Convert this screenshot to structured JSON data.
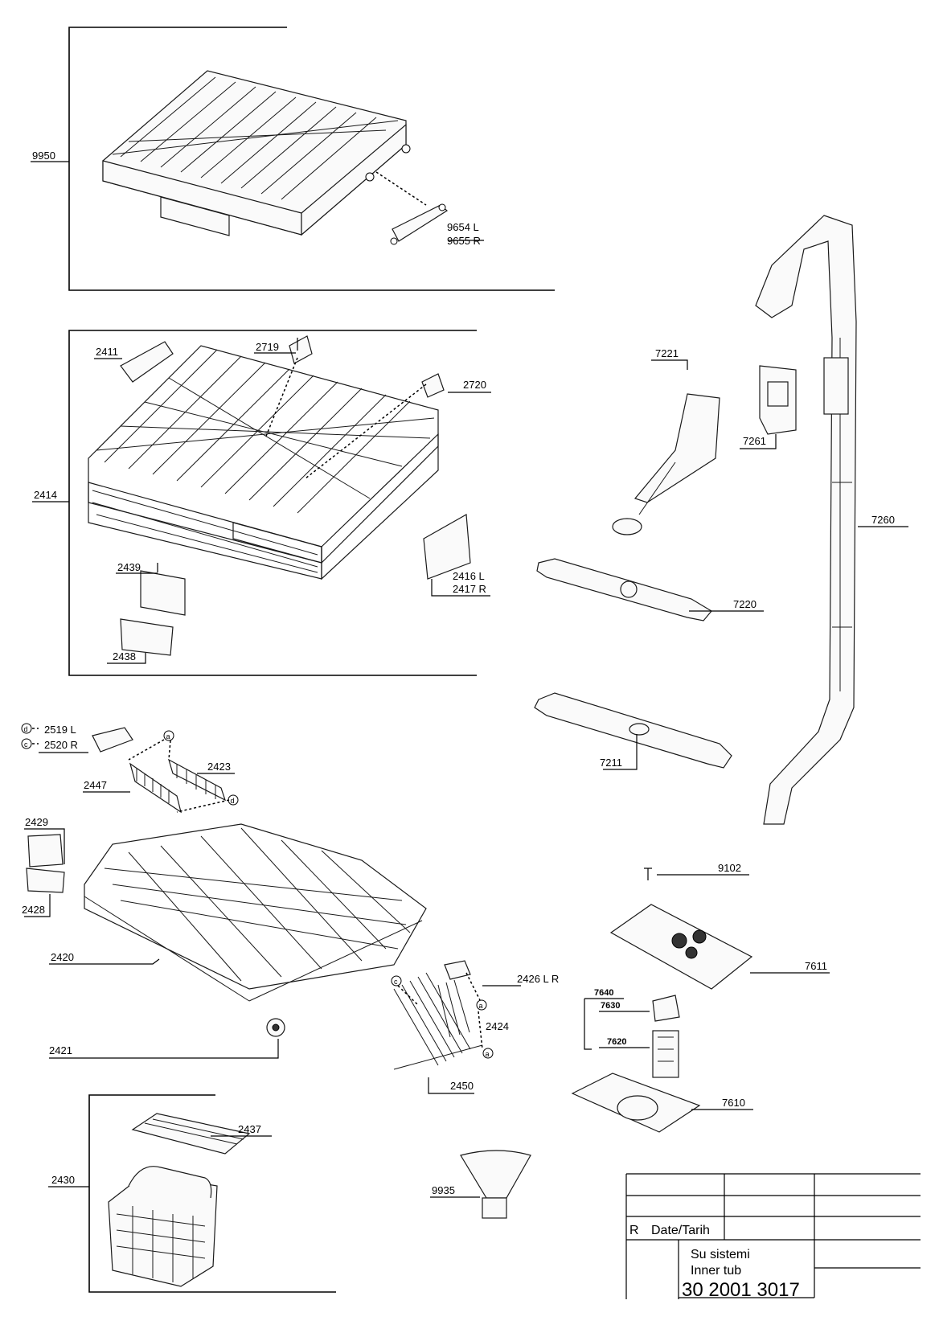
{
  "parts": {
    "p9950": "9950",
    "p9654": "9654 L",
    "p9655": "9655 R",
    "p2411": "2411",
    "p2719": "2719",
    "p2720": "2720",
    "p2414": "2414",
    "p2439": "2439",
    "p2438": "2438",
    "p2416": "2416 L",
    "p2417": "2417 R",
    "p7221": "7221",
    "p7261": "7261",
    "p7260": "7260",
    "p7220": "7220",
    "p7211": "7211",
    "p2519": "2519 L",
    "p2520": "2520 R",
    "p2423": "2423",
    "p2447": "2447",
    "p2429": "2429",
    "p2428": "2428",
    "p2420": "2420",
    "p2426": "2426 L R",
    "p2424": "2424",
    "p2421": "2421",
    "p2450": "2450",
    "p2437": "2437",
    "p2430": "2430",
    "p9935": "9935",
    "p9102": "9102",
    "p7611": "7611",
    "p7640": "7640",
    "p7630": "7630",
    "p7620": "7620",
    "p7610": "7610"
  },
  "callouts": {
    "a": "a",
    "c": "c",
    "d": "d"
  },
  "title_block": {
    "r": "R",
    "date_label": "Date/Tarih",
    "desc_line1": "Su sistemi",
    "desc_line2": "Inner tub",
    "doc_number": "30 2001 3017"
  }
}
